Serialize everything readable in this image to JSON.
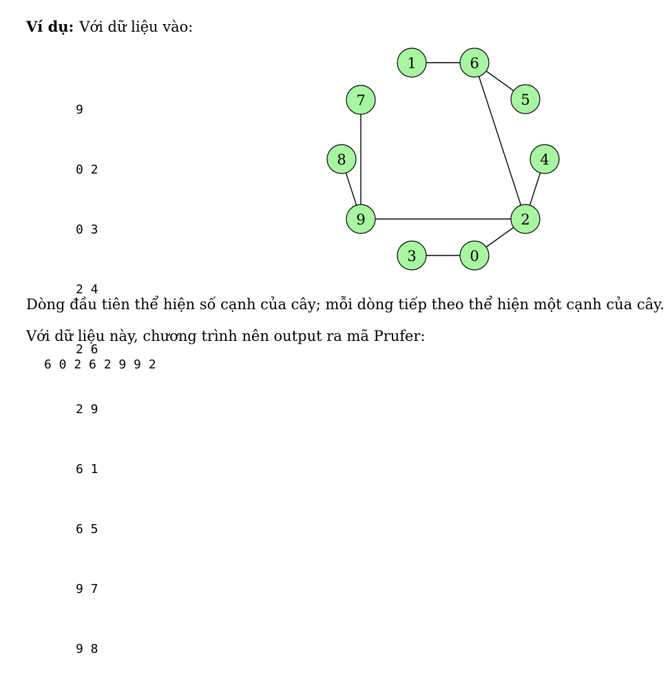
{
  "heading": {
    "label": "Ví dụ:",
    "text": "Với dữ liệu vào:"
  },
  "input_lines": [
    "9",
    "0 2",
    "0 3",
    "2 4",
    "2 6",
    "2 9",
    "6 1",
    "6 5",
    "9 7",
    "9 8"
  ],
  "graph": {
    "nodes": [
      {
        "id": "1",
        "label": "1"
      },
      {
        "id": "6",
        "label": "6"
      },
      {
        "id": "5",
        "label": "5"
      },
      {
        "id": "7",
        "label": "7"
      },
      {
        "id": "4",
        "label": "4"
      },
      {
        "id": "8",
        "label": "8"
      },
      {
        "id": "9",
        "label": "9"
      },
      {
        "id": "2",
        "label": "2"
      },
      {
        "id": "3",
        "label": "3"
      },
      {
        "id": "0",
        "label": "0"
      }
    ],
    "edges": [
      [
        "1",
        "6"
      ],
      [
        "6",
        "5"
      ],
      [
        "6",
        "2"
      ],
      [
        "4",
        "2"
      ],
      [
        "7",
        "9"
      ],
      [
        "8",
        "9"
      ],
      [
        "9",
        "2"
      ],
      [
        "2",
        "0"
      ],
      [
        "3",
        "0"
      ]
    ],
    "node_color": "#a8f5a2"
  },
  "description_1": "Dòng đầu tiên thể hiện số cạnh của cây; mỗi dòng tiếp theo thể hiện một cạnh của cây.",
  "description_2": "Với dữ liệu này, chương trình nên output ra mã Prufer:",
  "prufer_output": "6 0 2 6 2 9 9 2"
}
